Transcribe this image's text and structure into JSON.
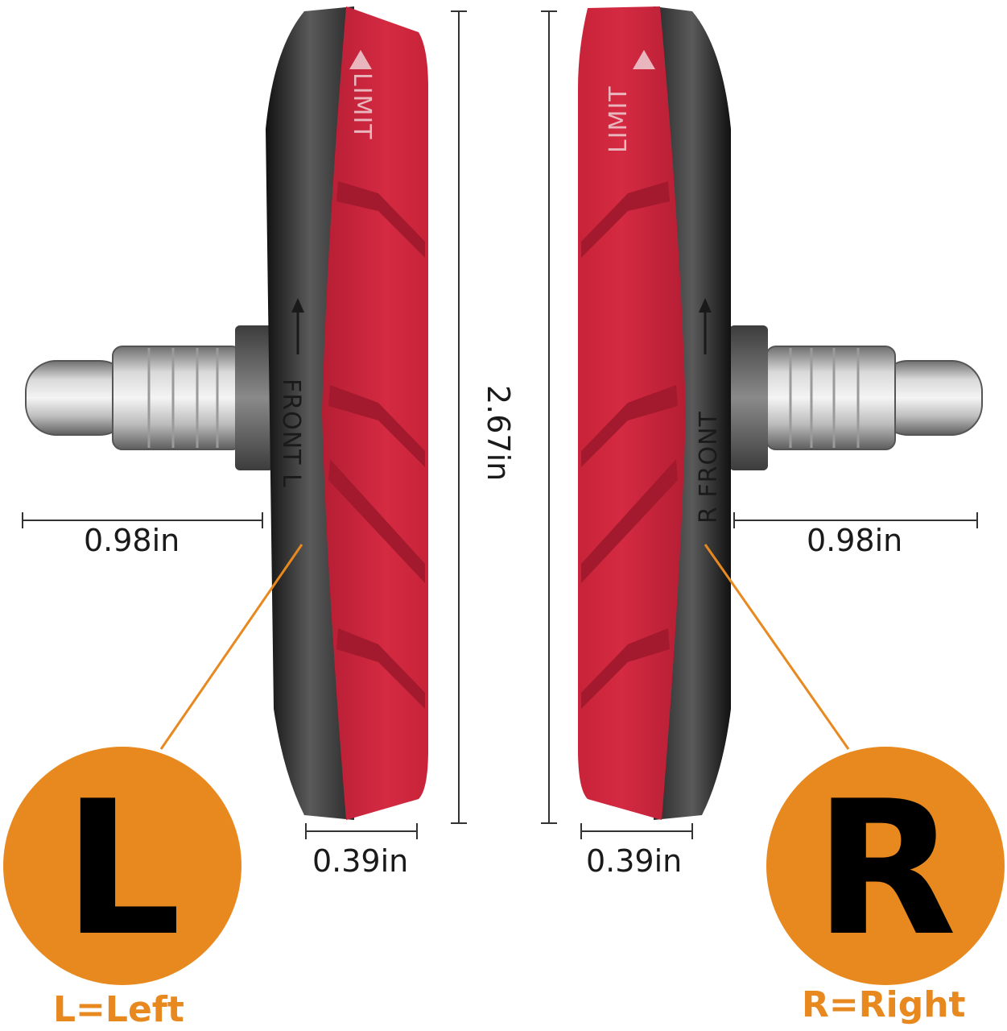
{
  "colors": {
    "pad_red": "#d0283f",
    "pad_red_dark": "#a81c30",
    "holder_black": "#1b1b1b",
    "holder_grey": "#4a4a4a",
    "metal_light": "#e2e2e2",
    "metal_dark": "#7a7a7a",
    "accent_orange": "#e8891f",
    "dim_line": "#333333"
  },
  "dimensions": {
    "height_label": "2.67in",
    "left_post_label": "0.98in",
    "right_post_label": "0.98in",
    "left_pad_width_label": "0.39in",
    "right_pad_width_label": "0.39in"
  },
  "left_shoe": {
    "limit_text": "LIMIT",
    "front_text": "FRONT L",
    "arrow_icon": "arrow-up-icon",
    "badge_letter": "L",
    "caption": "L=Left"
  },
  "right_shoe": {
    "limit_text": "LIMIT",
    "front_text": "R FRONT",
    "arrow_icon": "arrow-up-icon",
    "badge_letter": "R",
    "caption": "R=Right"
  }
}
